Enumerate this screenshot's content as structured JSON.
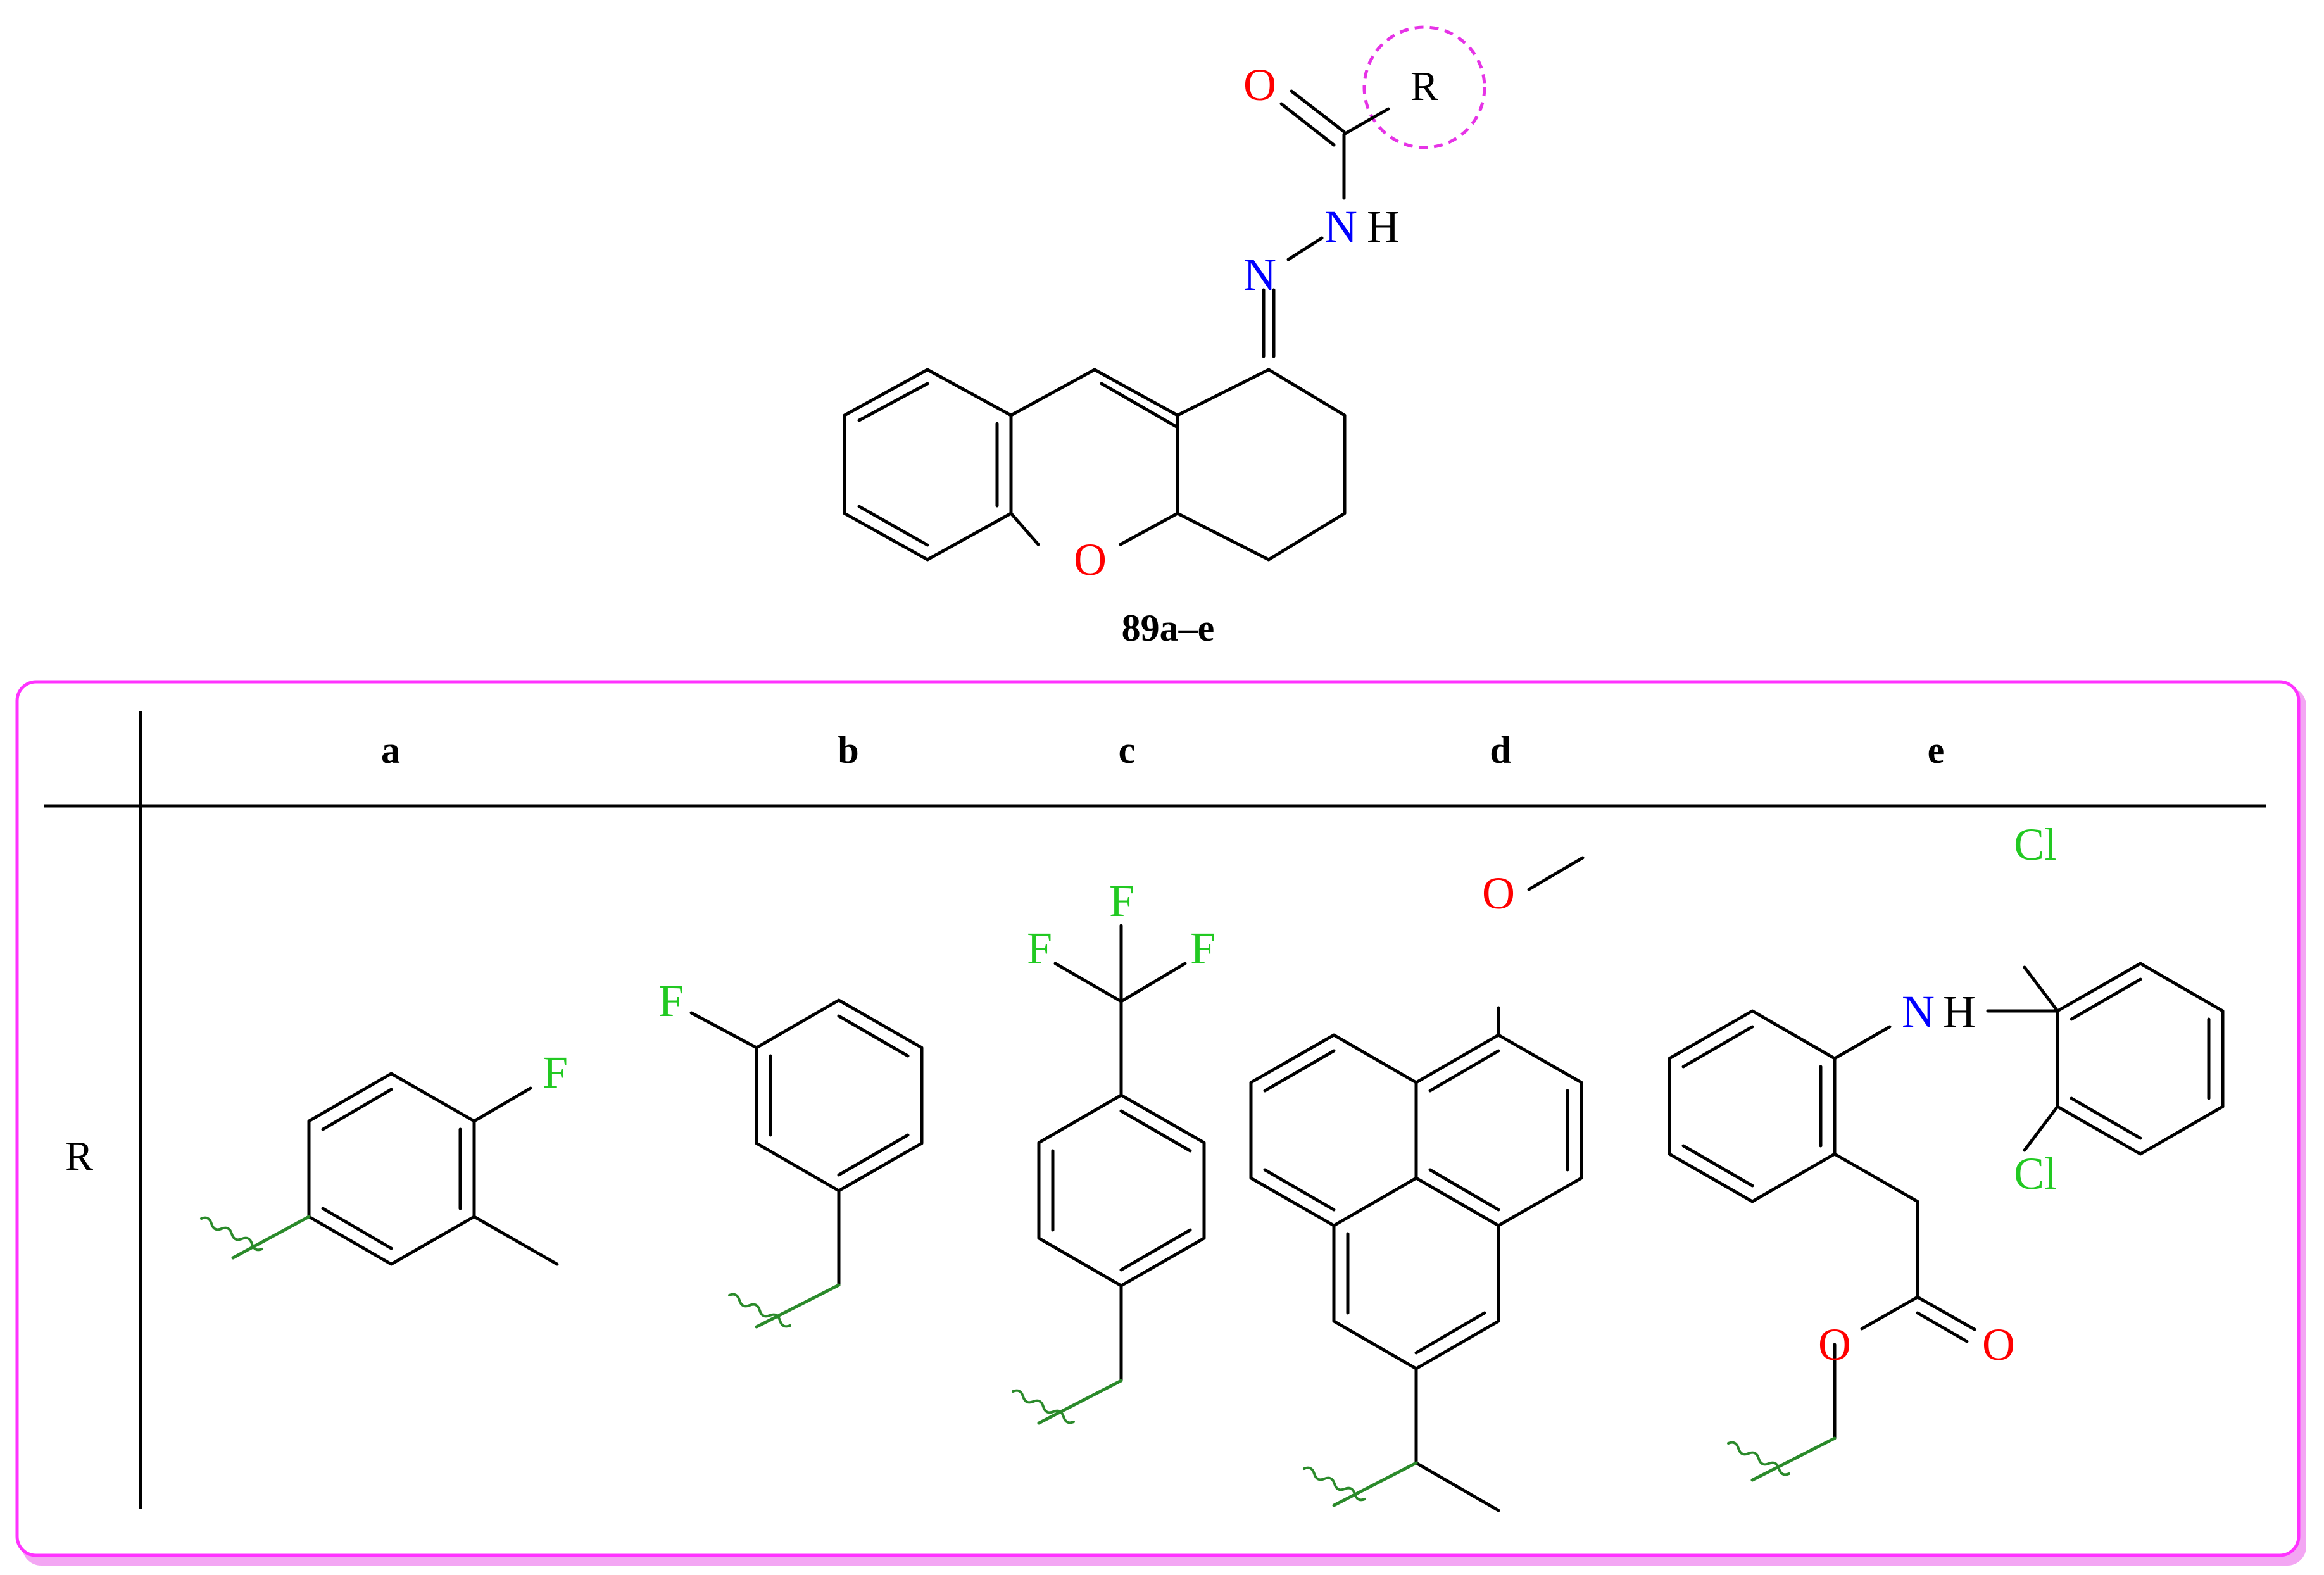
{
  "scaffold": {
    "compound_label": "89a–e",
    "R": "R",
    "O_carbonyl": "O",
    "N_hydrazone": "N",
    "NH": "N",
    "H": "H",
    "O_ring": "O"
  },
  "table": {
    "row_header": "R",
    "columns": [
      "a",
      "b",
      "c",
      "d",
      "e"
    ]
  },
  "substituents": {
    "a": {
      "F": "F"
    },
    "b": {
      "F": "F"
    },
    "c": {
      "F1": "F",
      "F2": "F",
      "F3": "F"
    },
    "d": {
      "O": "O"
    },
    "e": {
      "N": "N",
      "H": "H",
      "Cl1": "Cl",
      "Cl2": "Cl",
      "O1": "O",
      "O2": "O"
    }
  },
  "colors": {
    "oxygen": "#ff0000",
    "nitrogen": "#0000ff",
    "halogen": "#22c922",
    "attachment_bond": "#2a8a2a",
    "frame": "#ff33ff",
    "frame_shadow": "#f3a6f3",
    "highlight_circle": "#e633e6"
  }
}
